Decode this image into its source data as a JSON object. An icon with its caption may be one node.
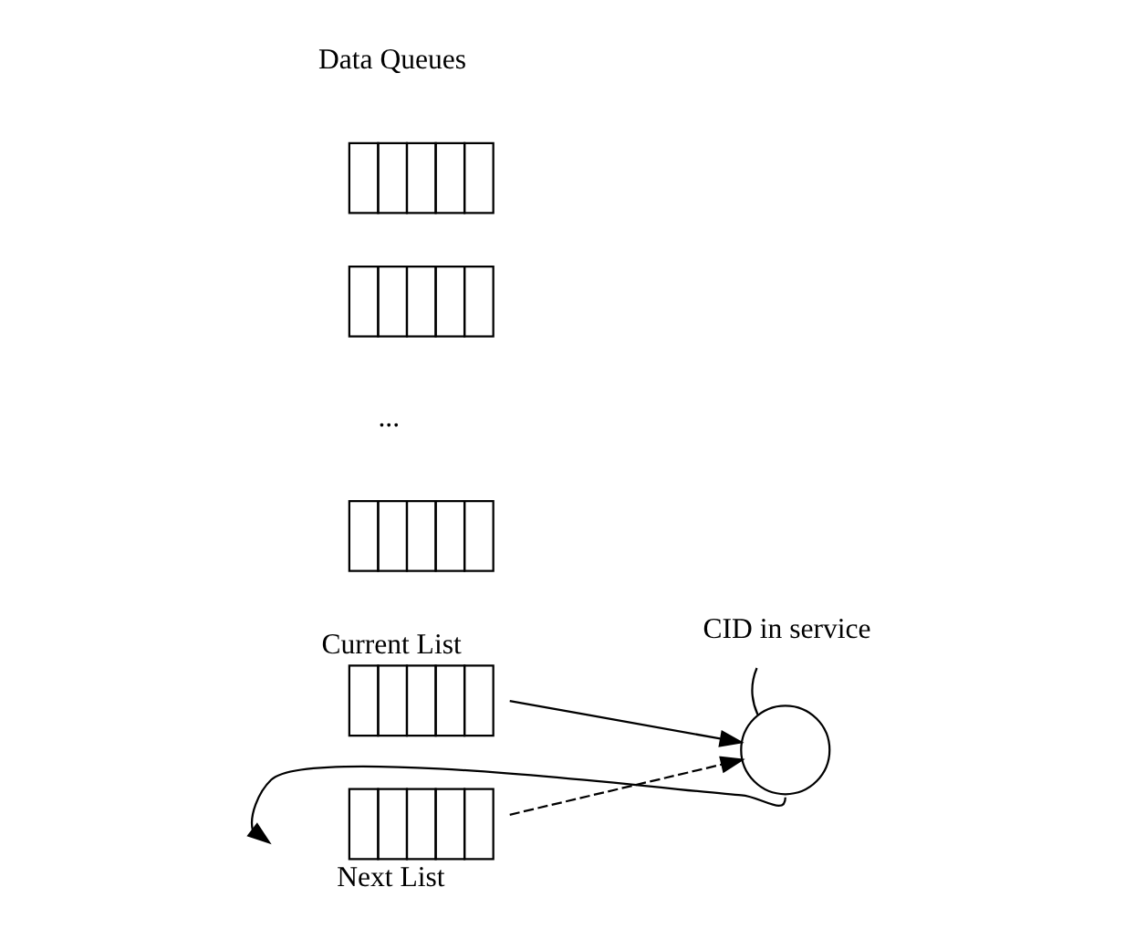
{
  "diagram": {
    "nodes": [
      {
        "text": [],
        "shape": "box"
      },
      {
        "text": [],
        "shape": "box"
      },
      {
        "text": [],
        "shape": "box"
      },
      {
        "text": [
          "CID in service"
        ]
      },
      {
        "text": [
          "Current List"
        ]
      },
      {
        "text": [],
        "shape": "circle"
      },
      {
        "text": [
          "Next List"
        ]
      }
    ],
    "edges": [
      {
        "from": 4,
        "to": 5,
        "arrow": "to"
      },
      {
        "from": 6,
        "to": 5,
        "arrow": "to",
        "style": "dashed"
      },
      {
        "from": 3,
        "to": 5,
        "arrow": "none"
      },
      {
        "from": 5,
        "to": 6,
        "arrow": "to"
      }
    ],
    "labels": [
      "Data Queues",
      "..."
    ]
  }
}
